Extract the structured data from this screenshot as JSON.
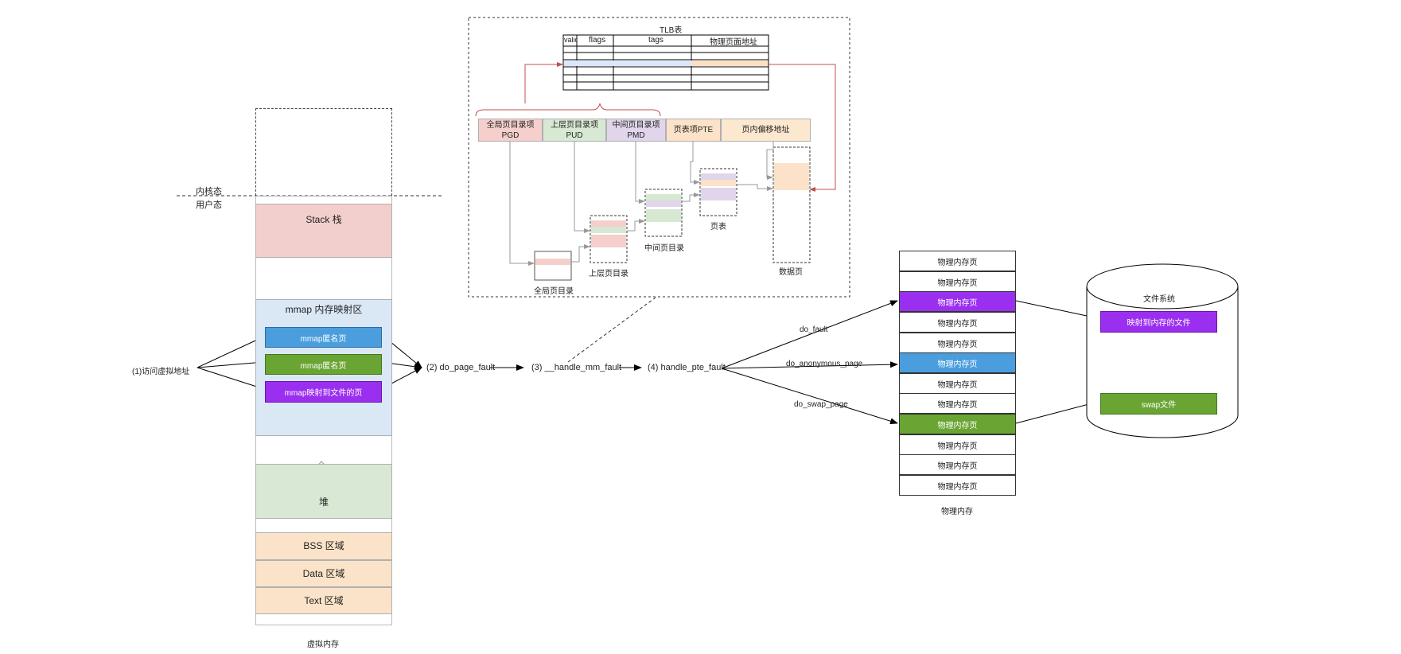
{
  "colors": {
    "stack": "#f2cfcc",
    "mmap": "#dae8f6",
    "heap": "#d8e8d4",
    "segments": "#fbe3c9",
    "anon_blue": "#4a9ede",
    "anon_green": "#6aa533",
    "file_purple": "#9b2ff0",
    "pgd": "#f4cfcb",
    "pud": "#d7e8d3",
    "pmd": "#e0d5ea",
    "pte": "#fbe2c8",
    "offset": "#fce7cf",
    "tlb_blue_row": "#dae8fc",
    "tlb_orange_row": "#fbe0c4",
    "red_line": "#c0504d",
    "gray_line": "#999999"
  },
  "virtual_memory": {
    "kernel_label": "内核态",
    "user_label": "用户态",
    "stack": "Stack 栈",
    "mmap_title": "mmap 内存映射区",
    "mmap_anon_1": "mmap匿名页",
    "mmap_anon_2": "mmap匿名页",
    "mmap_file": "mmap映射到文件的页",
    "heap": "堆",
    "bss": "BSS 区域",
    "data": "Data 区域",
    "text": "Text 区域",
    "caption": "虚拟内存"
  },
  "flow": {
    "step1": "(1)访问虚拟地址",
    "step2": "(2) do_page_fault",
    "step3": "(3) __handle_mm_fault",
    "step4": "(4) handle_pte_fault",
    "branch_fault": "do_fault",
    "branch_anon": "do_anonymous_page",
    "branch_swap": "do_swap_page"
  },
  "tlb": {
    "title": "TLB表",
    "headers": [
      "valid",
      "flags",
      "tags",
      "物理页面地址"
    ]
  },
  "address": {
    "pgd_line1": "全局页目录项",
    "pgd_line2": "PGD",
    "pud_line1": "上层页目录项",
    "pud_line2": "PUD",
    "pmd_line1": "中间页目录项",
    "pmd_line2": "PMD",
    "pte": "页表项PTE",
    "offset": "页内偏移地址"
  },
  "tables": {
    "pgd_caption": "全局页目录",
    "pud_caption": "上层页目录",
    "pmd_caption": "中间页目录",
    "pte_caption": "页表",
    "data_caption": "数据页"
  },
  "physical_memory": {
    "rows": [
      "物理内存页",
      "物理内存页",
      "物理内存页",
      "物理内存页",
      "物理内存页",
      "物理内存页",
      "物理内存页",
      "物理内存页",
      "物理内存页",
      "物理内存页",
      "物理内存页",
      "物理内存页"
    ],
    "caption": "物理内存"
  },
  "filesystem": {
    "title": "文件系统",
    "mapped_file": "映射到内存的文件",
    "swap_file": "swap文件"
  }
}
